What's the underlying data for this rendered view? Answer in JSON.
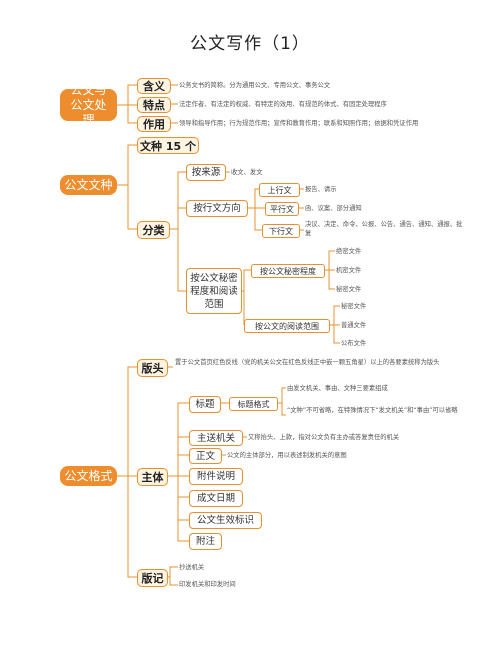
{
  "title": "公文写作（1）",
  "roots": {
    "r1": "公文与公文处理",
    "r2": "公文文种",
    "r3": "公文格式"
  },
  "intro": {
    "hanyi": "含义",
    "hanyi_text": "公务文书的简称。分为通用公文、专用公文、事务公文",
    "tedian": "特点",
    "tedian_text": "法定作者、有法定的权威、有特定的效用、有规范的体式、有固定处理程序",
    "zuoyong": "作用",
    "zuoyong_text": "领导和指导作用；行为规范作用；宣传和教育作用；联系和知照作用；依据和凭证作用"
  },
  "types": {
    "count": "文种 15 个",
    "fenlei": "分类",
    "by_source": "按来源",
    "by_source_text": "收文、发文",
    "by_direction": "按行文方向",
    "shangxing": "上行文",
    "shangxing_text": "报告、请示",
    "pingxing": "平行文",
    "pingxing_text": "函、议案、部分通知",
    "xiaxing": "下行文",
    "xiaxing_text": "决议、决定、命令、公报、公告、通告、通知、通报、批复",
    "by_secret": "按公文秘密程度和阅读范围",
    "secret_level": "按公文秘密程度",
    "secret_items": [
      "绝密文件",
      "机密文件",
      "秘密文件"
    ],
    "read_range": "按公文的阅读范围",
    "read_items": [
      "秘密文件",
      "普通文件",
      "公布文件"
    ]
  },
  "format": {
    "bantou": "版头",
    "bantou_text": "置于公文首页红色反线（党的机关公文在红色反线正中嵌一颗五角星）以上的各要素统称为版头",
    "zhuti": "主体",
    "biaoti": "标题",
    "biaoti_geshi": "标题格式",
    "biaoti_text1": "由发文机关、事由、文种三要素组成",
    "biaoti_text2": "“文种”不可省略，在特殊情况下“发文机关”和“事由”可以省略",
    "zhusong": "主送机关",
    "zhusong_text": "又称抬头、上款，指对公文负有主办或答复责任的机关",
    "zhengwen": "正文",
    "zhengwen_text": "公文的主体部分，用以表述制发机关的意图",
    "fujian": "附件说明",
    "chengwen": "成文日期",
    "shengxiao": "公文生效标识",
    "fuzhu": "附注",
    "banji": "版记",
    "banji_items": [
      "抄送机关",
      "印发机关和印发时间"
    ]
  },
  "colors": {
    "accent": "#ee8d2e",
    "line": "#e8902f",
    "cat_bg": "#fff4e2"
  }
}
